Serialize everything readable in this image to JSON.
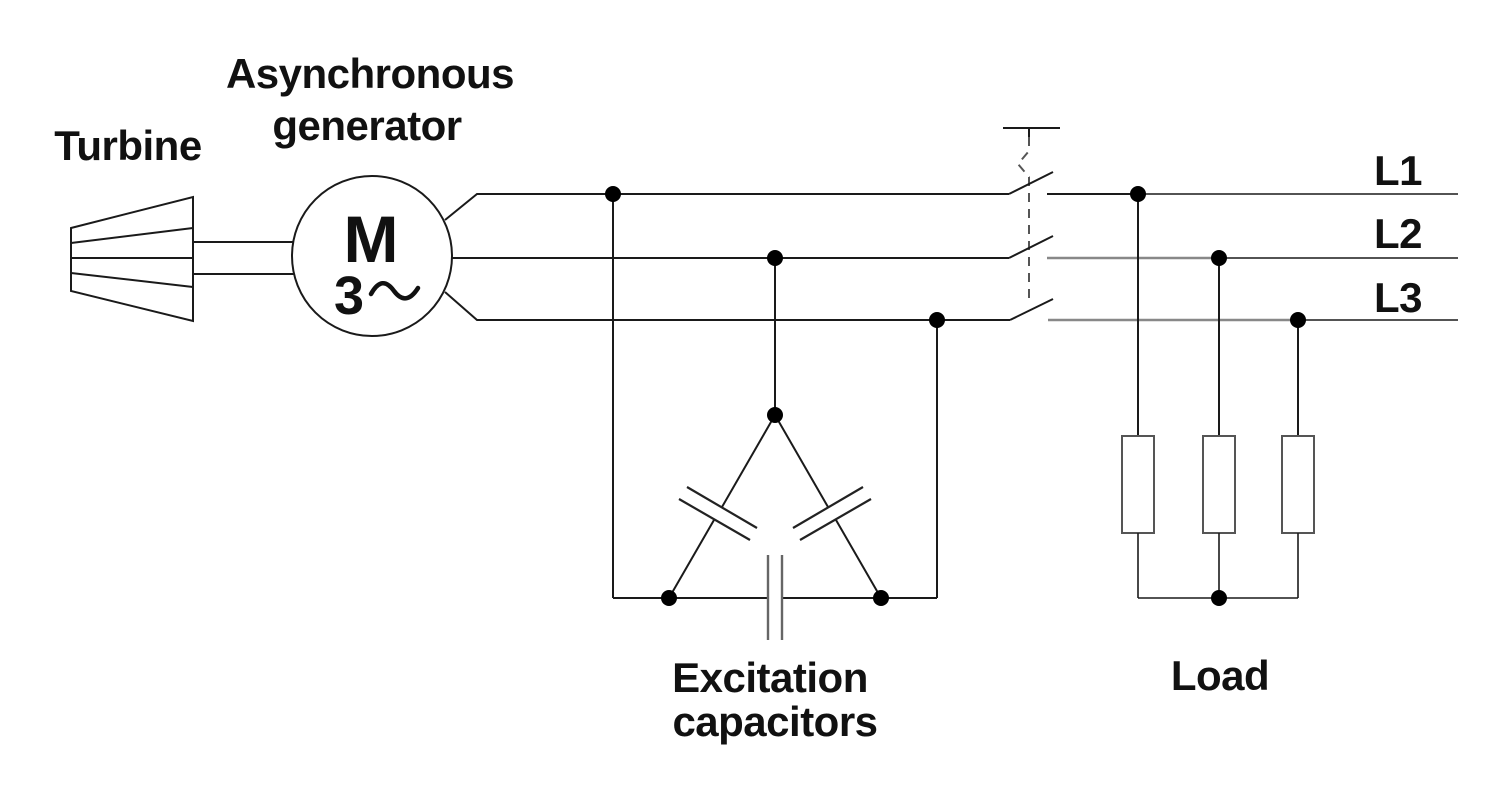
{
  "diagram": {
    "title_implicit": "Self-excited asynchronous generator circuit",
    "labels": {
      "turbine": "Turbine",
      "generator_line1": "Asynchronous",
      "generator_line2": "generator",
      "excitation_line1": "Excitation",
      "excitation_line2": "capacitors",
      "load": "Load"
    },
    "generator": {
      "machine_symbol": "M",
      "phase_count": "3"
    },
    "phase_lines": [
      "L1",
      "L2",
      "L3"
    ],
    "components": {
      "capacitor_count": 3,
      "capacitor_topology": "delta",
      "resistor_count": 3,
      "switch_poles": 3
    },
    "colors": {
      "background": "#ffffff",
      "stroke": "#1a1a1a",
      "light_stroke": "#888888"
    }
  }
}
